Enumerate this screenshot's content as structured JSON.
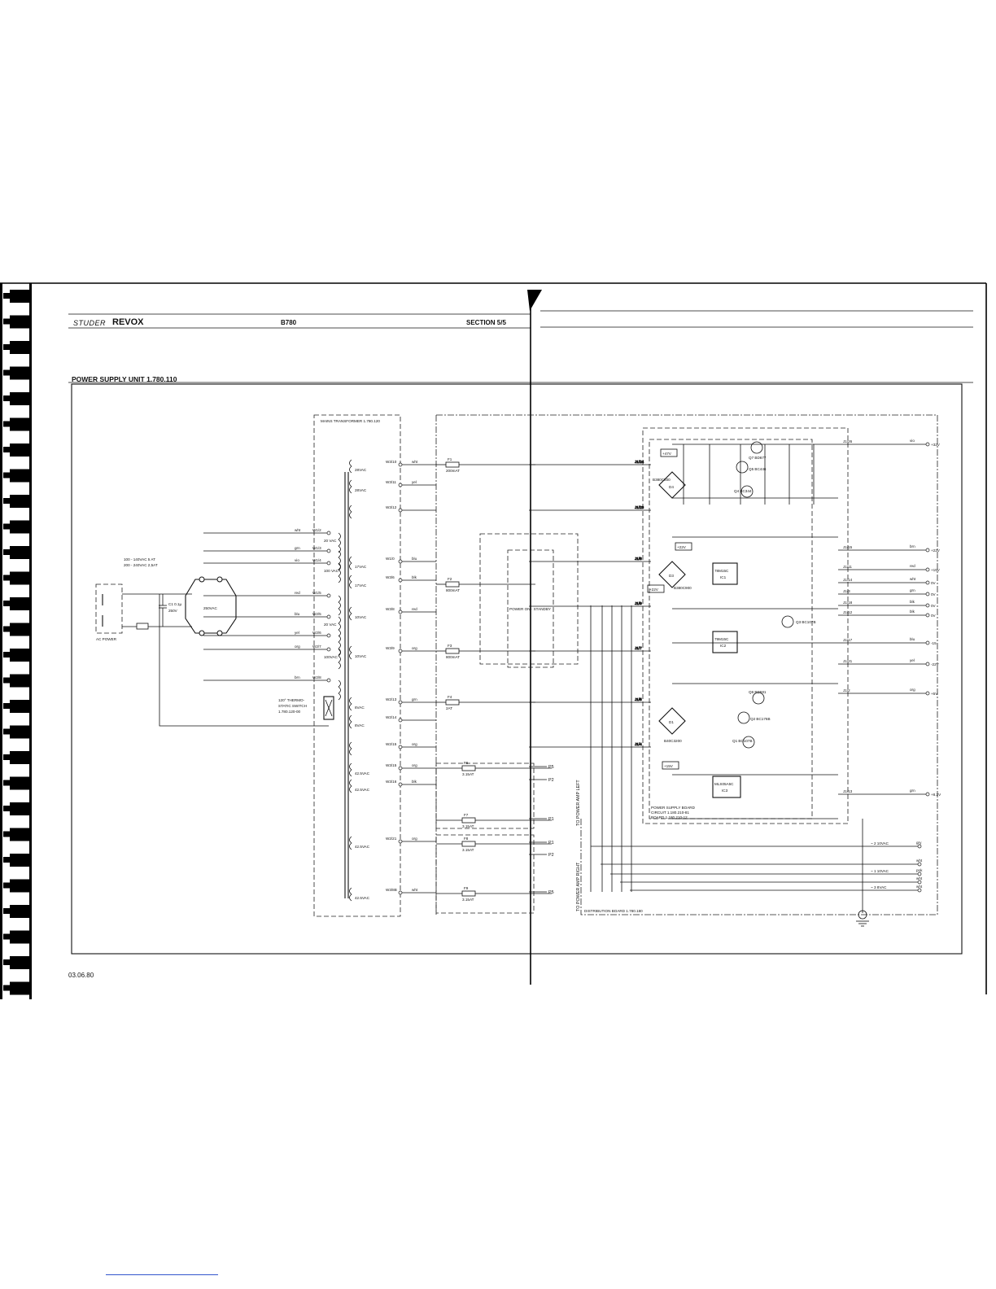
{
  "header": {
    "brand_studer": "STUDER",
    "brand_revox": "REVOX",
    "model": "B780",
    "section": "SECTION 5/5"
  },
  "title": "POWER SUPPLY UNIT 1.780.110",
  "footer_date": "03.06.80",
  "labels": {
    "mains_transformer": "MAINS TRANSFORMER 1.780.120",
    "ac_power": "AC POWER",
    "voltage_note_1": "100 - 140VAC 5 AT",
    "voltage_note_2": "200 - 240VAC 2,5AT",
    "c1_cap": "C1 0.1µ",
    "c1_volt": "250V",
    "selector": "250VAC",
    "thermo_1": "120° THERMO-",
    "thermo_2": "STATIC SWITCH",
    "thermo_3": "1.780.120-00",
    "power_switch": "POWER ON · STANDBY",
    "to_amp_left": "TO POWER AMP LEFT",
    "to_amp_right": "TO POWER AMP RIGHT",
    "psu_board_1": "POWER SUPPLY BOARD",
    "psu_board_2": "CIRCUIT 1.180.210-81",
    "psu_board_3": "BOARD 1.180.210-12",
    "distribution_board": "DISTRIBUTION BOARD 1.780.180",
    "plus47": "+47V",
    "plus22_a": "+22V",
    "plus22_b": "+22V",
    "plus15_box": "+15V",
    "ic1": "78M15C",
    "ic1_name": "IC1",
    "ic2": "79M15C",
    "ic2_name": "IC2",
    "ic3": "MLS05A5C",
    "ic3_name": "IC3",
    "d4_bridge": "B380C800",
    "d4_name": "D4",
    "d3_bridge": "B380C900",
    "d3_name": "D3",
    "d1_bridge": "B40C3200",
    "d1_name": "D1",
    "q5": "Q5 BC446",
    "q4": "Q4 BC344",
    "q3": "Q3 BC107B",
    "q2": "Q2 BC176B",
    "q1": "Q1 BC107B",
    "q6": "Q6 BD581",
    "q7": "Q7 BD677"
  },
  "fuses": [
    {
      "name": "F1",
      "rating": "200mAT"
    },
    {
      "name": "F2",
      "rating": "800mAT"
    },
    {
      "name": "F3",
      "rating": "800mAT"
    },
    {
      "name": "F4",
      "rating": "2AT"
    },
    {
      "name": "F6",
      "rating": "3.15AT"
    },
    {
      "name": "F7",
      "rating": "3.15AT"
    },
    {
      "name": "F8",
      "rating": "3.15AT"
    },
    {
      "name": "F9",
      "rating": "3.15AT"
    }
  ],
  "primary_taps": [
    {
      "pin": "W1/2",
      "wire": "wht",
      "volts": "20 VAC"
    },
    {
      "pin": "W1/3",
      "wire": "grn",
      "volts": ""
    },
    {
      "pin": "W1/4",
      "wire": "vio",
      "volts": "100 VAC"
    },
    {
      "pin": "W1/5",
      "wire": "red",
      "volts": ""
    },
    {
      "pin": "W2/5",
      "wire": "blu",
      "volts": "20 VAC"
    },
    {
      "pin": "W2/6",
      "wire": "yel",
      "volts": ""
    },
    {
      "pin": "W2/7",
      "wire": "org",
      "volts": "100VAC"
    },
    {
      "pin": "W2/8",
      "wire": "brn",
      "volts": ""
    }
  ],
  "secondaries": [
    {
      "pin": "W3/10",
      "wire": "wht",
      "volts": "28VAC"
    },
    {
      "pin": "W3/11",
      "wire": "yel",
      "volts": "28VAC"
    },
    {
      "pin": "W3/12",
      "wire": "",
      "volts": ""
    },
    {
      "pin": "W1/0",
      "wire": "blu",
      "volts": "17VAC"
    },
    {
      "pin": "W3/6",
      "wire": "blk",
      "volts": "17VAC"
    },
    {
      "pin": "W3/8",
      "wire": "red",
      "volts": "10VAC"
    },
    {
      "pin": "W3/9",
      "wire": "org",
      "volts": "10VAC"
    },
    {
      "pin": "W2/13",
      "wire": "grn",
      "volts": "8VAC"
    },
    {
      "pin": "W2/14",
      "wire": "",
      "volts": "8VAC"
    },
    {
      "pin": "W2/15",
      "wire": "org",
      "volts": ""
    },
    {
      "pin": "W3/15",
      "wire": "org",
      "volts": "42.5VAC"
    },
    {
      "pin": "W3/16",
      "wire": "blk",
      "volts": "42.5VAC"
    },
    {
      "pin": "W2/21",
      "wire": "org",
      "volts": "42.5VAC"
    },
    {
      "pin": "W3/8B",
      "wire": "wht",
      "volts": "42.5VAC"
    }
  ],
  "outputs": [
    {
      "pin": "J1/26",
      "wire": "vio",
      "volts": "+32V"
    },
    {
      "pin": "J1/15",
      "wire": "brn",
      "volts": "+22V"
    },
    {
      "pin": "J1/11",
      "wire": "red",
      "volts": "+15V"
    },
    {
      "pin": "J1/14",
      "wire": "wht",
      "volts": "0V"
    },
    {
      "pin": "J1/3",
      "wire": "grn",
      "volts": "0V"
    },
    {
      "pin": "J1/18",
      "wire": "blk",
      "volts": "0V"
    },
    {
      "pin": "J1/12",
      "wire": "blk",
      "volts": "0V"
    },
    {
      "pin": "J1/17",
      "wire": "blu",
      "volts": "-15"
    },
    {
      "pin": "J1/21",
      "wire": "yel",
      "volts": "-22V"
    },
    {
      "pin": "J1/2",
      "wire": "org",
      "volts": "+5V"
    },
    {
      "pin": "J1/13",
      "wire": "grn",
      "volts": "+8.2V"
    }
  ],
  "ac_outputs": [
    {
      "label": "~ 2 10VAC",
      "wire": "gry"
    },
    {
      "label": "",
      "wire": "wht"
    },
    {
      "label": "~ 1 10VAC",
      "wire": "pnk"
    },
    {
      "label": "",
      "wire": "wht"
    },
    {
      "label": "~ 3 8VAC",
      "wire": "wht"
    }
  ],
  "amp_ports": [
    "P5",
    "P2",
    "P1",
    "P1",
    "P2",
    "P5"
  ]
}
